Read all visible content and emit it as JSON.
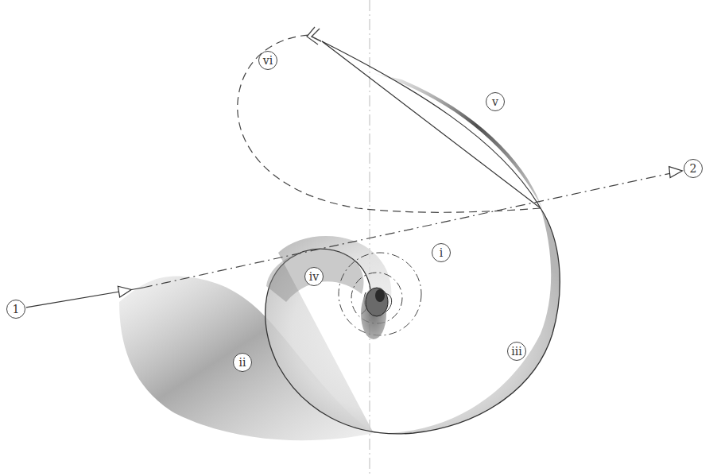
{
  "diagram": {
    "nodes": [
      {
        "text": [
          "1"
        ]
      },
      {
        "text": [
          "2"
        ]
      }
    ],
    "edges": [
      {
        "from": 0,
        "to": 1,
        "arrow": "to"
      }
    ],
    "labels": [
      "i",
      "ii",
      "iii",
      "iv",
      "v",
      "vi"
    ]
  }
}
